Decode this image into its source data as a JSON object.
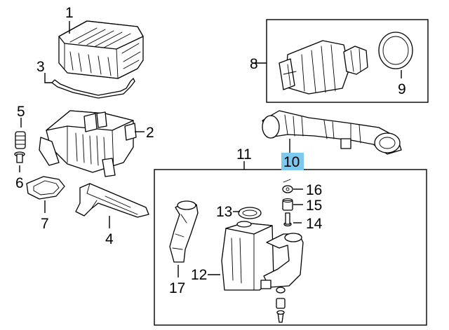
{
  "callouts": [
    "1",
    "2",
    "3",
    "4",
    "5",
    "6",
    "7",
    "8",
    "9",
    "10",
    "11",
    "12",
    "13",
    "14",
    "15",
    "16",
    "17"
  ],
  "highlight": {
    "callout": "10",
    "color": "#7cc8ee"
  },
  "parts": [
    {
      "callout": "1",
      "icon": "air-cleaner-cover-icon"
    },
    {
      "callout": "2",
      "icon": "air-cleaner-case-icon"
    },
    {
      "callout": "3",
      "icon": "gasket-seal-icon"
    },
    {
      "callout": "4",
      "icon": "mounting-bracket-icon"
    },
    {
      "callout": "5",
      "icon": "mount-grommet-icon"
    },
    {
      "callout": "6",
      "icon": "bolt-icon"
    },
    {
      "callout": "7",
      "icon": "seal-ring-icon"
    },
    {
      "callout": "8",
      "icon": "resonator-assembly-icon"
    },
    {
      "callout": "9",
      "icon": "o-ring-icon"
    },
    {
      "callout": "10",
      "icon": "intake-tube-icon"
    },
    {
      "callout": "11",
      "icon": "resonator-kit-group"
    },
    {
      "callout": "12",
      "icon": "resonator-chamber-icon"
    },
    {
      "callout": "13",
      "icon": "seal-ring-icon"
    },
    {
      "callout": "14",
      "icon": "bolt-icon"
    },
    {
      "callout": "15",
      "icon": "grommet-icon"
    },
    {
      "callout": "16",
      "icon": "washer-icon"
    },
    {
      "callout": "17",
      "icon": "duct-icon"
    }
  ]
}
